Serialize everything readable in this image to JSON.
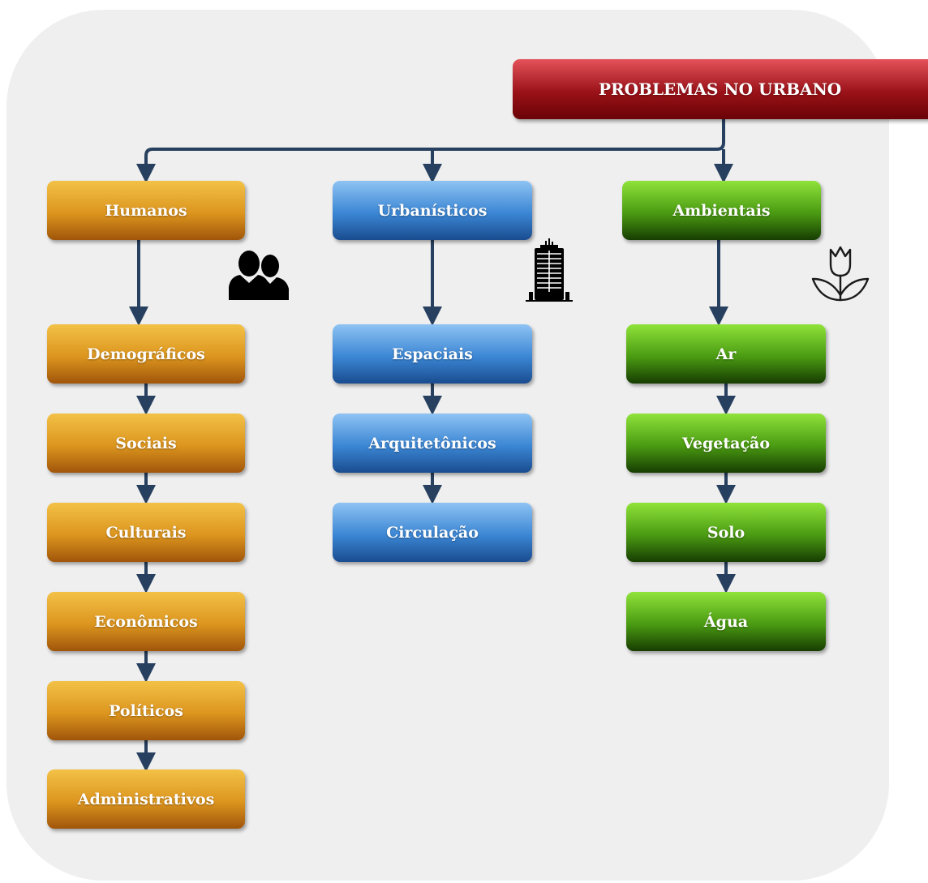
{
  "root": {
    "label": "PROBLEMAS NO URBANO"
  },
  "categories": [
    {
      "label": "Humanos",
      "icon": "people-icon",
      "color": "#e0a52c"
    },
    {
      "label": "Urbanísticos",
      "icon": "building-icon",
      "color": "#3f8bd8"
    },
    {
      "label": "Ambientais",
      "icon": "flower-icon",
      "color": "#4e9e14"
    }
  ],
  "humanos": [
    "Demográficos",
    "Sociais",
    "Culturais",
    "Econômicos",
    "Políticos",
    "Administrativos"
  ],
  "urbanisticos": [
    "Espaciais",
    "Arquitetônicos",
    "Circulação"
  ],
  "ambientais": [
    "Ar",
    "Vegetação",
    "Solo",
    "Água"
  ],
  "colors": {
    "connector": "#27405f",
    "background": "#efefef"
  }
}
